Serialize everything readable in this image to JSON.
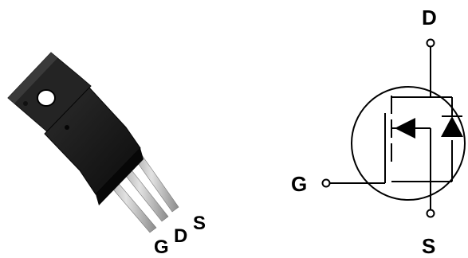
{
  "package_pin_labels": {
    "gate": "G",
    "drain": "D",
    "source": "S"
  },
  "symbol_labels": {
    "drain": "D",
    "gate": "G",
    "source": "S"
  },
  "colors": {
    "package_body": "#161616",
    "package_tab": "#2a2a2a",
    "leads": "#b9b9b9",
    "line": "#000000",
    "background": "#ffffff"
  }
}
